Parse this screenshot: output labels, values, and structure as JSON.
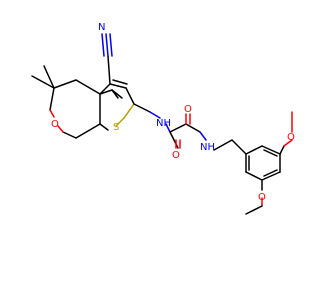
{
  "atoms": {
    "nitrile_C": "C",
    "nitrile_N": "N",
    "ring_O": "O",
    "thiophene_S": "S",
    "amide1_NH": "NH",
    "amide1_O": "O",
    "amide2_O": "O",
    "amide2_NH": "NH",
    "methoxy_O1": "O",
    "methoxy_O2": "O"
  },
  "colors": {
    "carbon": "#000000",
    "nitrogen": "#0000ff",
    "oxygen": "#ff0000",
    "sulfur": "#b8a000",
    "background": "#ffffff"
  }
}
